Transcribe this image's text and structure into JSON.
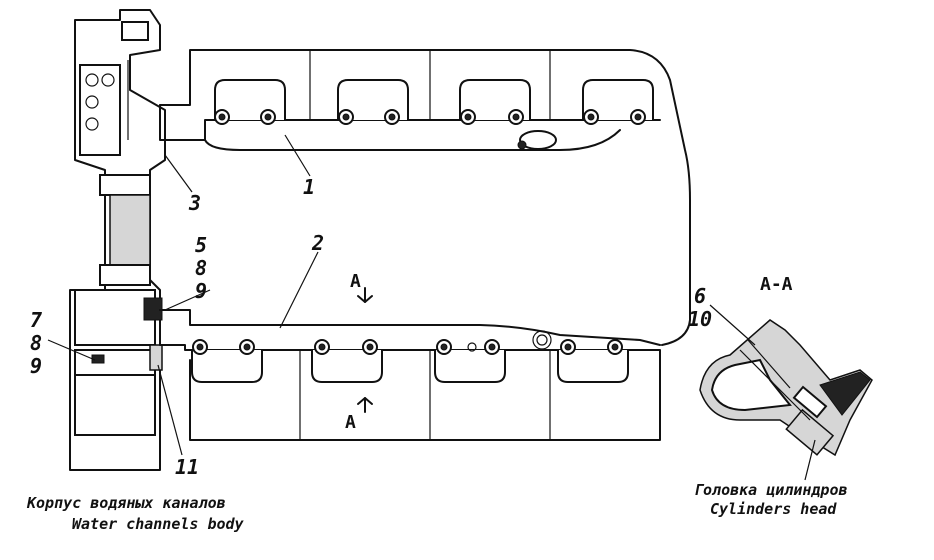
{
  "callouts": {
    "c1": "1",
    "c2": "2",
    "c3": "3",
    "c5": "5",
    "c8a": "8",
    "c9a": "9",
    "c7": "7",
    "c8b": "8",
    "c9b": "9",
    "c6": "6",
    "c10": "10",
    "c11": "11"
  },
  "section": {
    "title": "A-A",
    "mark_top": "A",
    "mark_bottom": "A"
  },
  "captions": {
    "water_body_ru": "Корпус водяных каналов",
    "water_body_en": "Water channels body",
    "cyl_head_ru": "Головка цилиндров",
    "cyl_head_en": "Cylinders head"
  }
}
